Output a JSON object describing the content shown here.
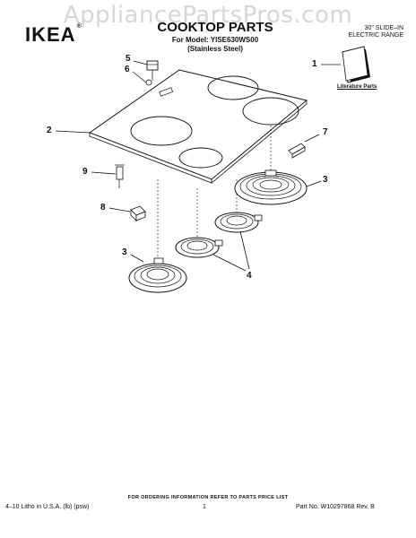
{
  "watermark": "AppliancePartsPros.com",
  "header": {
    "logo": "IKEA",
    "logo_mark": "®",
    "title": "COOKTOP PARTS",
    "model_line": "For Model: YISE630WS00",
    "finish_line": "(Stainless Steel)",
    "range_size": "30\" SLIDE–IN",
    "range_type": "ELECTRIC RANGE"
  },
  "literature_label": "Literature Parts",
  "callouts": [
    "1",
    "2",
    "3",
    "3",
    "4",
    "5",
    "6",
    "7",
    "8",
    "9"
  ],
  "footer": {
    "ordering_note": "FOR ORDERING INFORMATION REFER TO PARTS PRICE LIST",
    "litho": "4–10 Litho in U.S.A. (lb) (psw)",
    "page": "1",
    "part_no": "Part No. W10297868 Rev. B"
  }
}
